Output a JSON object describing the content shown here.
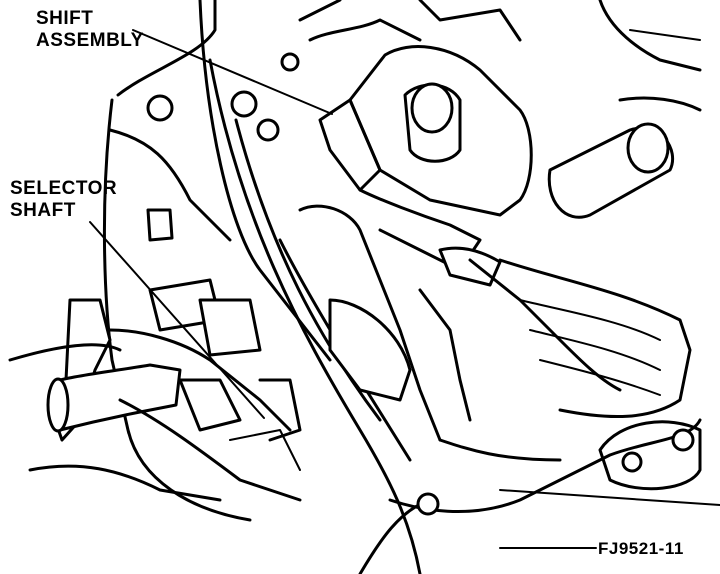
{
  "callouts": {
    "shift_assembly": [
      "SHIFT",
      "ASSEMBLY"
    ],
    "selector_shaft": [
      "SELECTOR",
      "SHAFT"
    ]
  },
  "figure_id": "FJ9521-11"
}
